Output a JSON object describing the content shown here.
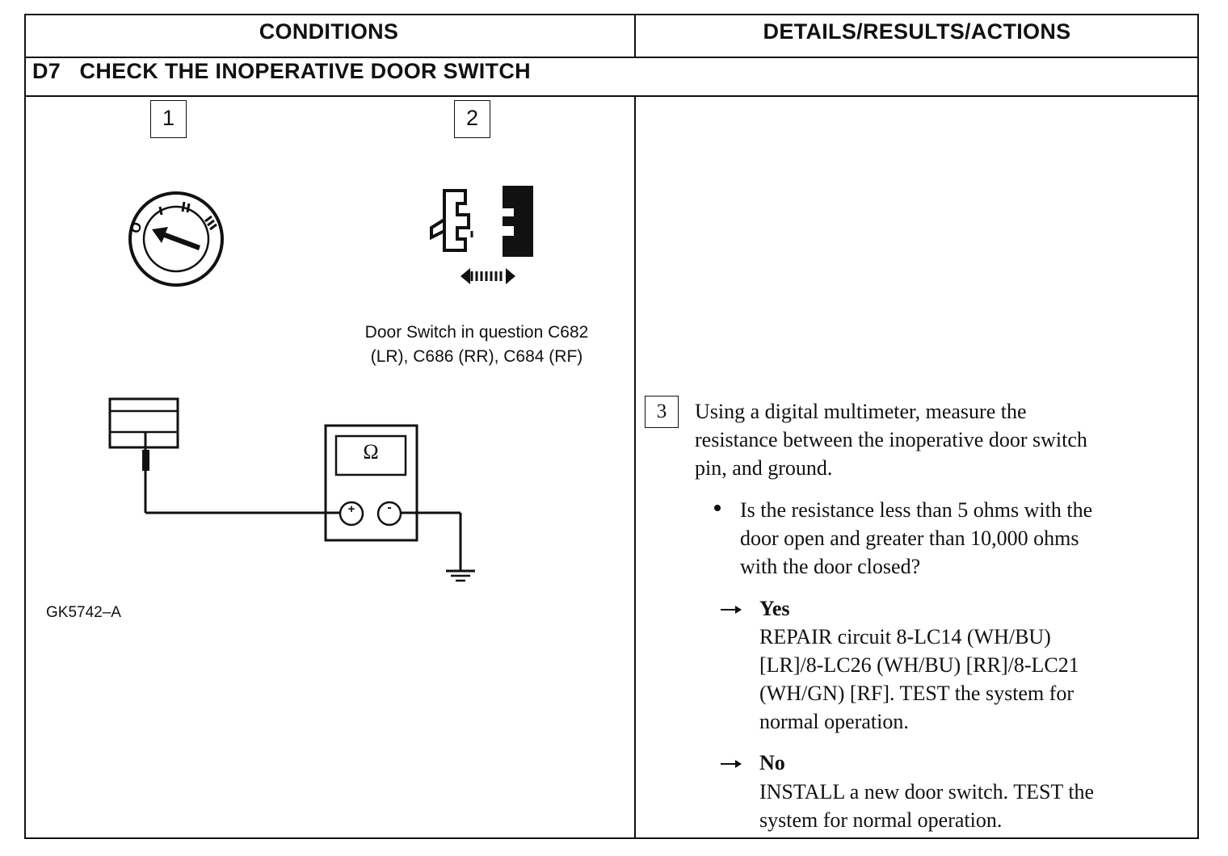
{
  "table": {
    "header_conditions": "CONDITIONS",
    "header_details": "DETAILS/RESULTS/ACTIONS",
    "section_title": "D7   CHECK THE INOPERATIVE DOOR SWITCH"
  },
  "illustration": {
    "step1": "1",
    "step2": "2",
    "caption_line1": "Door Switch in question C682",
    "caption_line2": "(LR), C686 (RR), C684 (RF)",
    "meter_symbol": "Ω",
    "plus": "+",
    "minus": "-",
    "figure_id": "GK5742–A"
  },
  "details": {
    "step3": "3",
    "instruction_l1": "Using a digital multimeter, measure the",
    "instruction_l2": "resistance between the inoperative door switch",
    "instruction_l3": "pin, and ground.",
    "question_l1": "Is the resistance less than 5 ohms with the",
    "question_l2": "door open and greater than 10,000 ohms",
    "question_l3": "with the door closed?",
    "yes_label": "Yes",
    "yes_l1": "REPAIR circuit 8-LC14 (WH/BU)",
    "yes_l2": "[LR]/8-LC26 (WH/BU) [RR]/8-LC21",
    "yes_l3": "(WH/GN) [RF]. TEST the system for",
    "yes_l4": "normal operation.",
    "no_label": "No",
    "no_l1": "INSTALL a new door switch. TEST the",
    "no_l2": "system for normal operation."
  }
}
